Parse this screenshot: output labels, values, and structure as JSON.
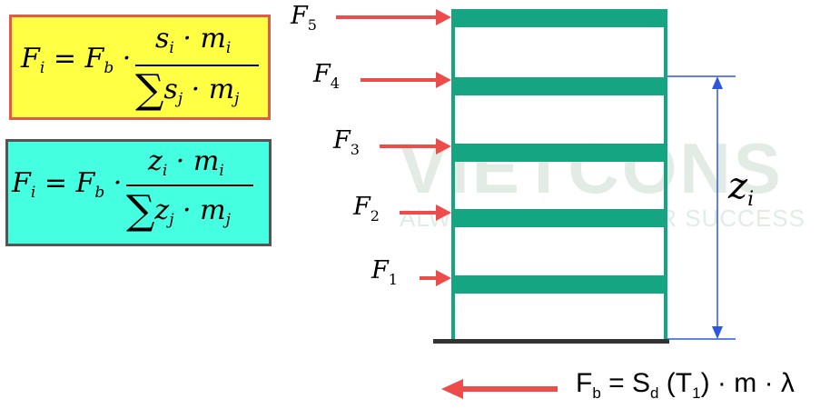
{
  "watermark": {
    "brand": "VIETCONS",
    "slogan": "ALWAYS BESIDE YOUR SUCCESS"
  },
  "formula1": {
    "lhs": "F",
    "lhs_sub": "i",
    "equals_part": "= F",
    "fb_sub": "b",
    "dot": " ·",
    "numerator": "s",
    "num_sub1": "i",
    "num_mid": " · m",
    "num_sub2": "i",
    "sum": "∑",
    "denominator": "s",
    "den_sub1": "j",
    "den_mid": " · m",
    "den_sub2": "j"
  },
  "formula2": {
    "lhs": "F",
    "lhs_sub": "i",
    "equals_part": "= F",
    "fb_sub": "b",
    "dot": " ·",
    "numerator": "z",
    "num_sub1": "i",
    "num_mid": " · m",
    "num_sub2": "i",
    "sum": "∑",
    "denominator": "z",
    "den_sub1": "j",
    "den_mid": " · m",
    "den_sub2": "j"
  },
  "forces": [
    {
      "label": "F",
      "sub": "5"
    },
    {
      "label": "F",
      "sub": "4"
    },
    {
      "label": "F",
      "sub": "3"
    },
    {
      "label": "F",
      "sub": "2"
    },
    {
      "label": "F",
      "sub": "1"
    }
  ],
  "height_label": {
    "text": "z",
    "sub": "i"
  },
  "base_shear": {
    "p1": "F",
    "s1": "b",
    "p2": " = S",
    "s2": "d",
    "p3": " (T",
    "s3": "1",
    "p4": ") · m · λ"
  },
  "colors": {
    "frame": "#15a583",
    "force_arrow": "#ee4b4b",
    "dimension": "#2e56e0",
    "formula1_bg": "#ffff44",
    "formula2_bg": "#44ffe0"
  }
}
